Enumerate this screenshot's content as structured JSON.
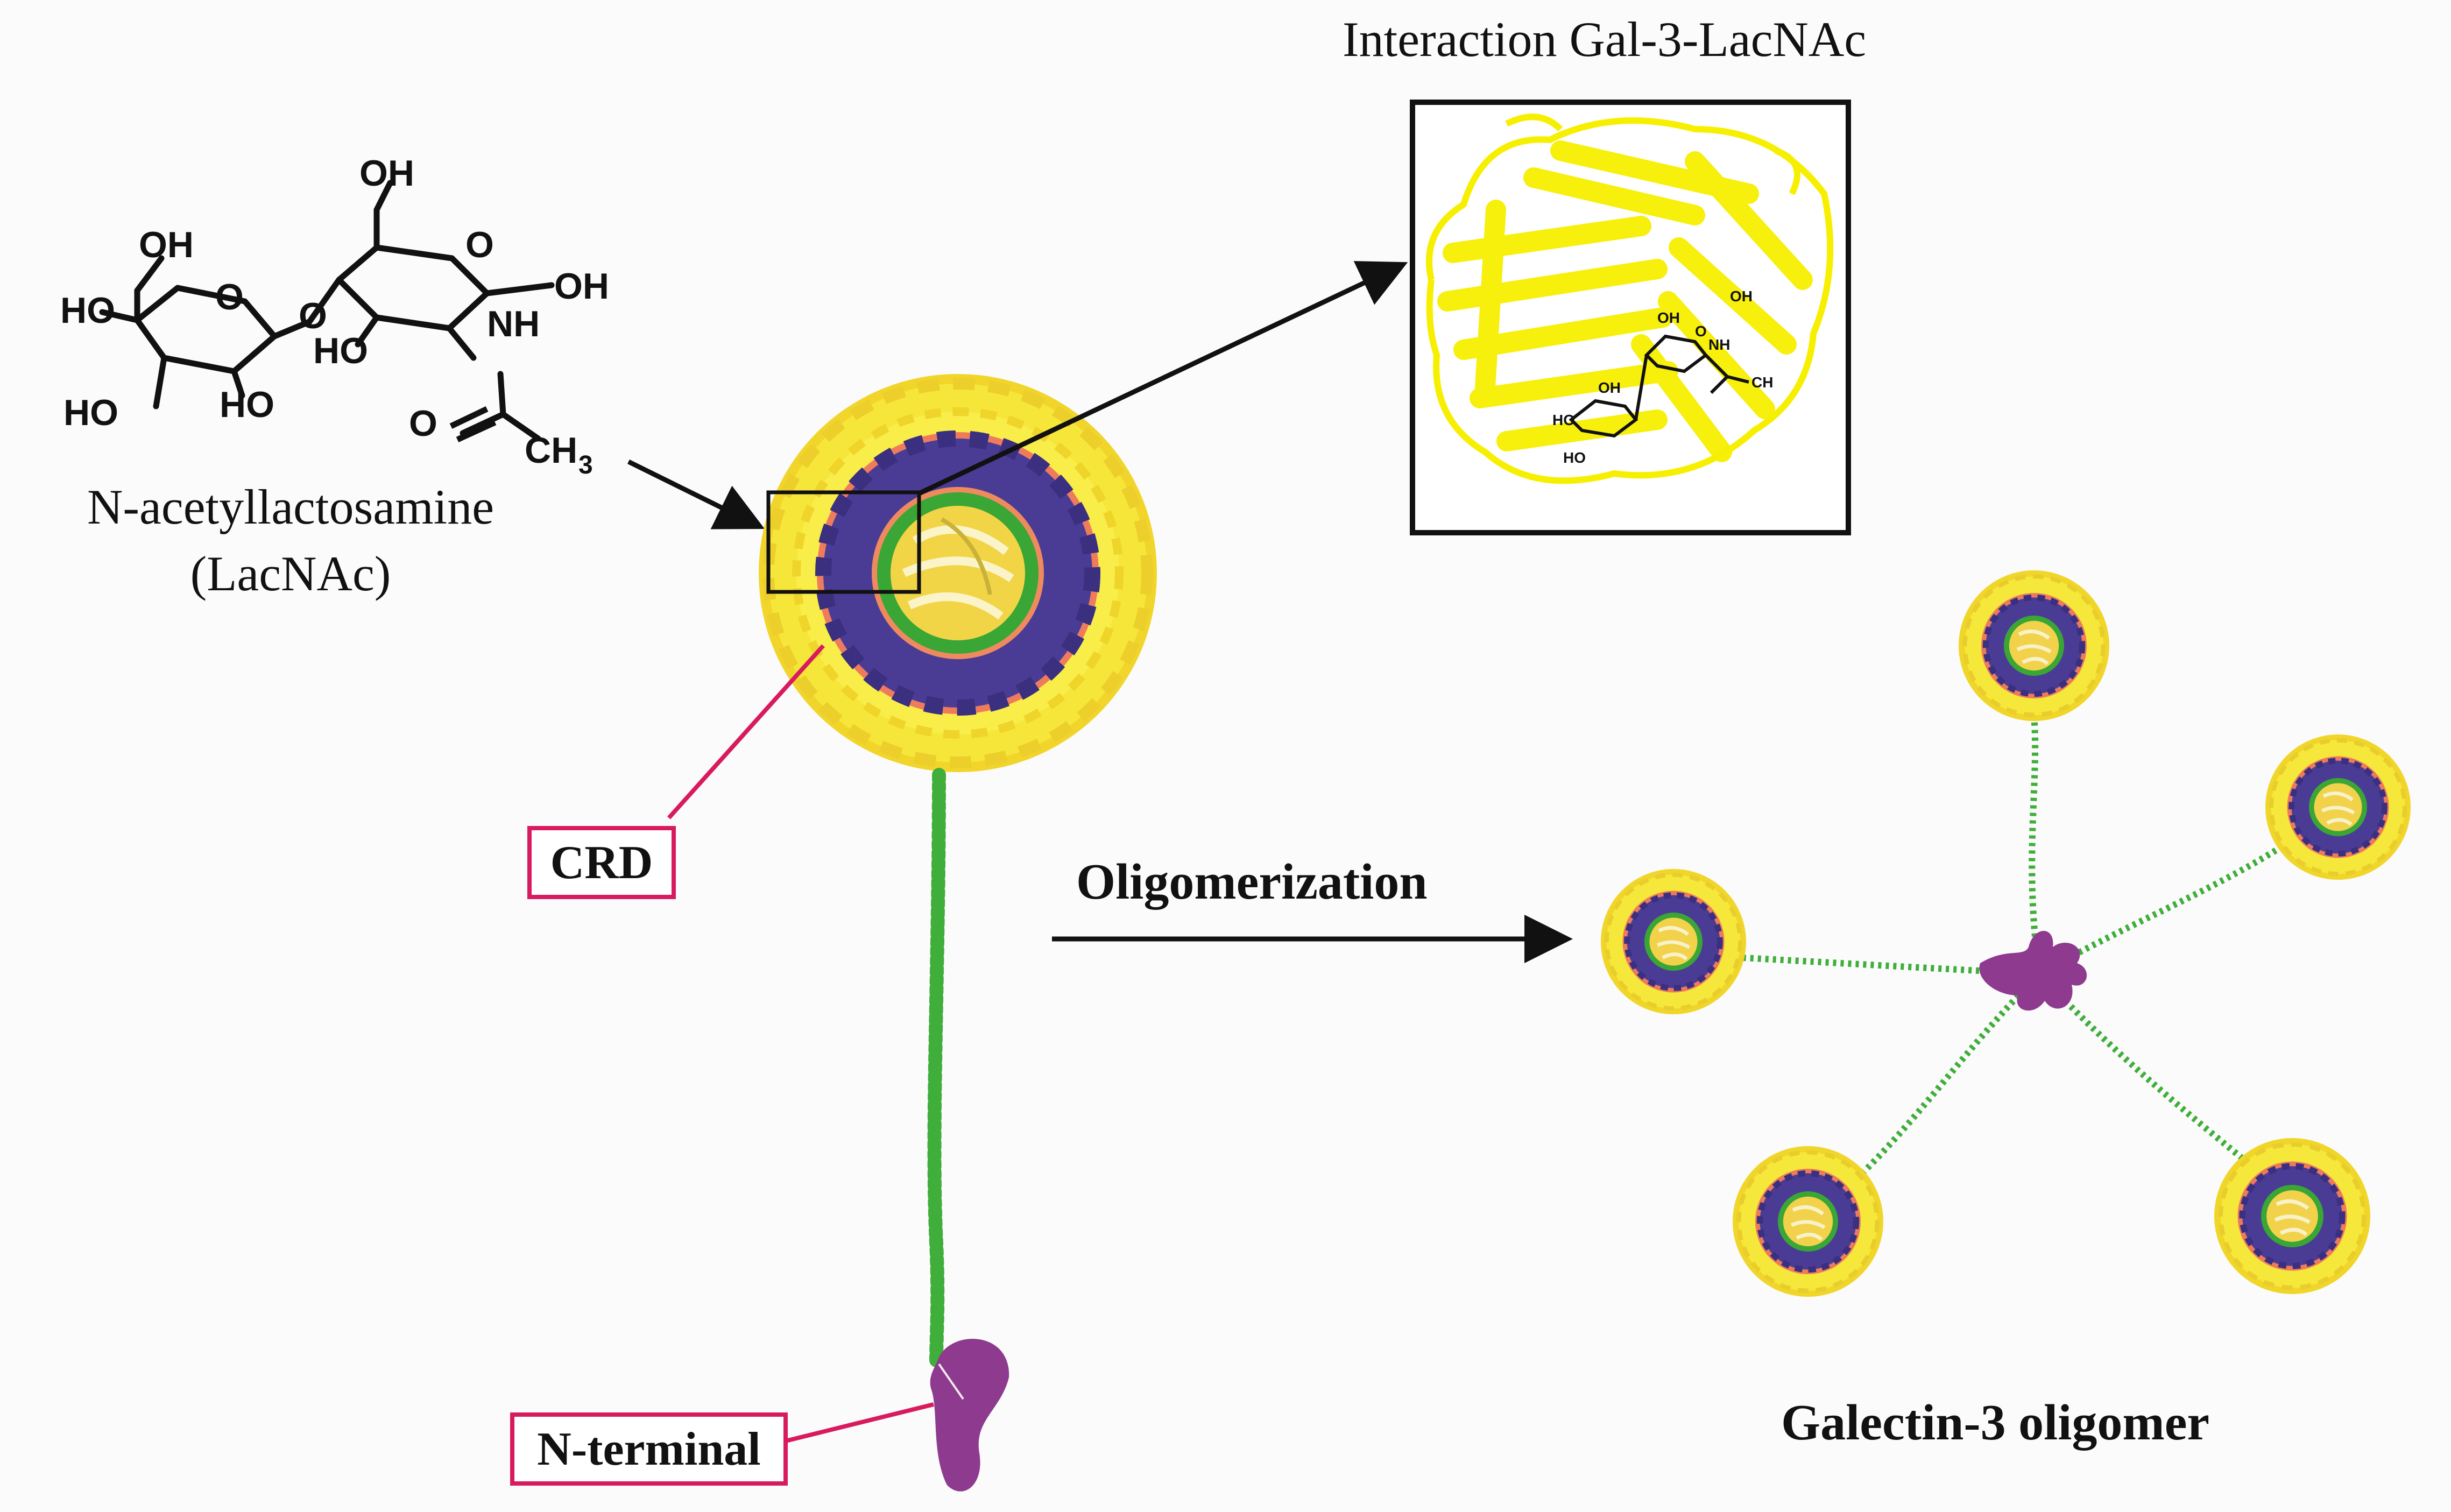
{
  "figure": {
    "title": "Interaction Gal-3-LacNAc",
    "molecule_name_line1": "N-acetyllactosamine",
    "molecule_name_line2": "(LacNAc)",
    "step_label": "Oligomerization",
    "oligomer_label": "Galectin-3 oligomer",
    "crd_tag": "CRD",
    "nterminal_tag": "N-terminal"
  },
  "structure": {
    "atoms": [
      "OH",
      "HO",
      "HO",
      "HO",
      "O",
      "O",
      "O",
      "OH",
      "HO",
      "NH",
      "OH",
      "O",
      "CH",
      "3"
    ]
  },
  "colors": {
    "crd_yellow": "#f5e626",
    "crd_blue": "#4a3c95",
    "crd_green": "#3aa635",
    "linker_green": "#3fae3a",
    "nterminal_purple": "#8e3a8f",
    "tag_border": "#d81b5f",
    "protein_yellow": "#f7ef00"
  }
}
